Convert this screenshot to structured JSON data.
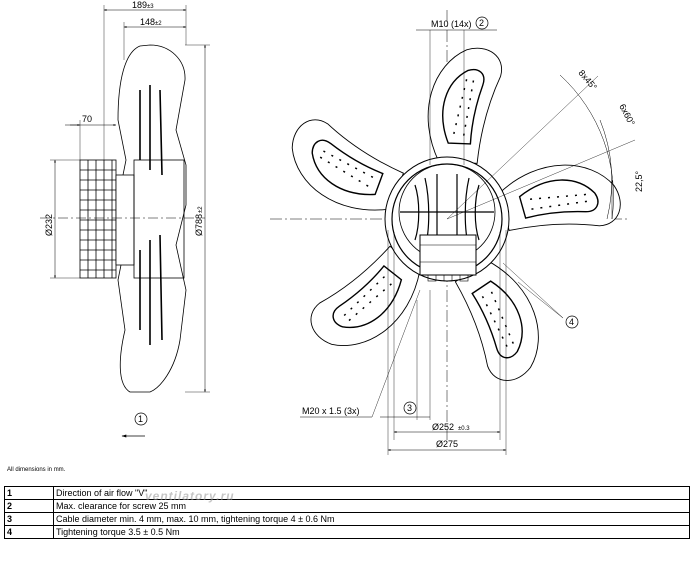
{
  "side_view": {
    "dim_total": "189",
    "dim_total_tol": "±3",
    "dim_blade": "148",
    "dim_blade_tol": "±2",
    "dim_motor": "70",
    "dia_motor": "Ø232",
    "dia_fan": "Ø788",
    "dia_fan_tol": "±2",
    "airflow_marker": "1"
  },
  "front_view": {
    "thread_top": "M10 (14x)",
    "thread_top_marker": "2",
    "angle_1": "8x45°",
    "angle_2": "6x60°",
    "angle_3": "22,5°",
    "marker_4": "4",
    "thread_bottom": "M20 x 1.5 (3x)",
    "marker_3": "3",
    "dia_bolt_circle": "Ø252",
    "dia_bolt_circle_tol": "±0.3",
    "dia_flange": "Ø275"
  },
  "note": "All dimensions in mm.",
  "legend": [
    {
      "num": "1",
      "text": "Direction of air flow \"V\""
    },
    {
      "num": "2",
      "text": "Max. clearance for screw 25 mm"
    },
    {
      "num": "3",
      "text": "Cable diameter min. 4 mm, max. 10 mm, tightening torque 4 ± 0.6 Nm"
    },
    {
      "num": "4",
      "text": "Tightening torque 3.5 ± 0.5 Nm"
    }
  ],
  "watermark": "ventilatory.ru"
}
